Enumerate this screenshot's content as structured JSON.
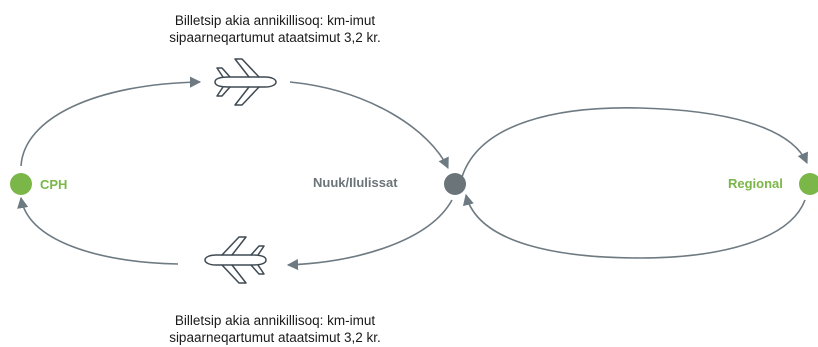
{
  "captions": {
    "top": {
      "line1": "Billetsip akia annikillisoq: km-imut",
      "line2": "sipaarneqartumut ataatsimut 3,2 kr."
    },
    "bottom": {
      "line1": "Billetsip akia annikillisoq: km-imut",
      "line2": "sipaarneqartumut ataatsimut 3,2 kr."
    }
  },
  "nodes": {
    "cph": {
      "label": "CPH",
      "color": "#7ab648"
    },
    "nuuk": {
      "label": "Nuuk/Ilulissat",
      "color": "#6b7479"
    },
    "regional": {
      "label": "Regional",
      "color": "#7ab648"
    }
  },
  "icons": {
    "top": "airplane-icon",
    "bottom": "airplane-icon"
  },
  "colors": {
    "arrow": "#6e7a82",
    "node_green": "#7ab648",
    "node_gray": "#6b7479"
  }
}
